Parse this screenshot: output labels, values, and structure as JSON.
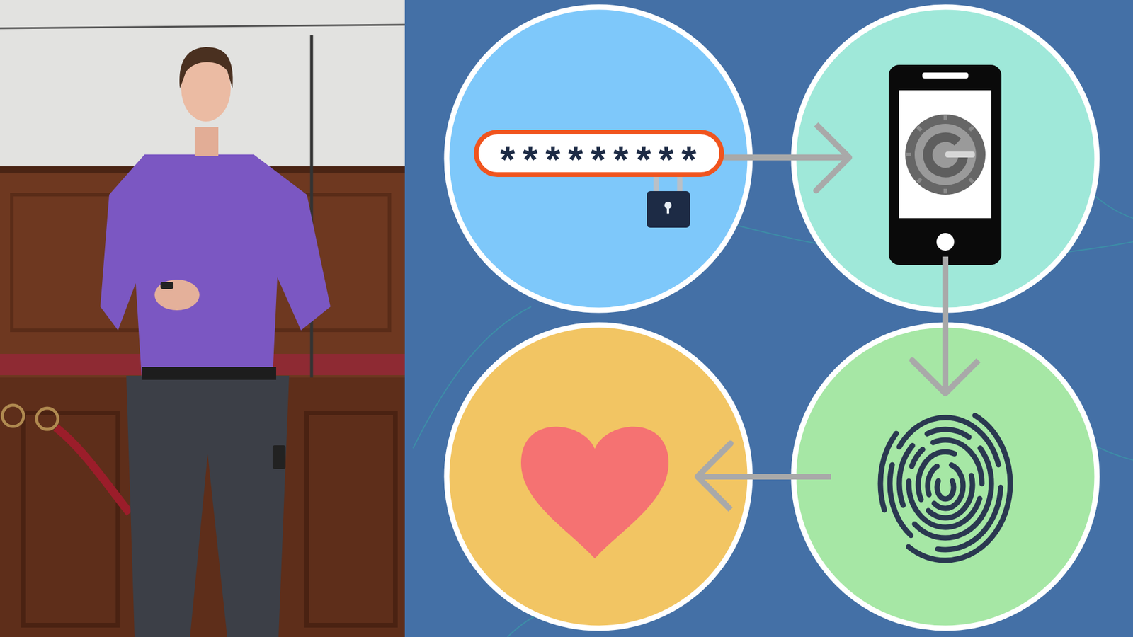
{
  "diagram": {
    "nodes": [
      {
        "text": [
          "*********"
        ]
      },
      {
        "text": []
      },
      {
        "text": []
      },
      {
        "text": []
      }
    ],
    "edges": [
      {
        "from": 0,
        "to": 1,
        "arrow": "to"
      },
      {
        "from": 1,
        "to": 2,
        "arrow": "to"
      },
      {
        "from": 2,
        "to": 3,
        "arrow": "to"
      }
    ]
  }
}
